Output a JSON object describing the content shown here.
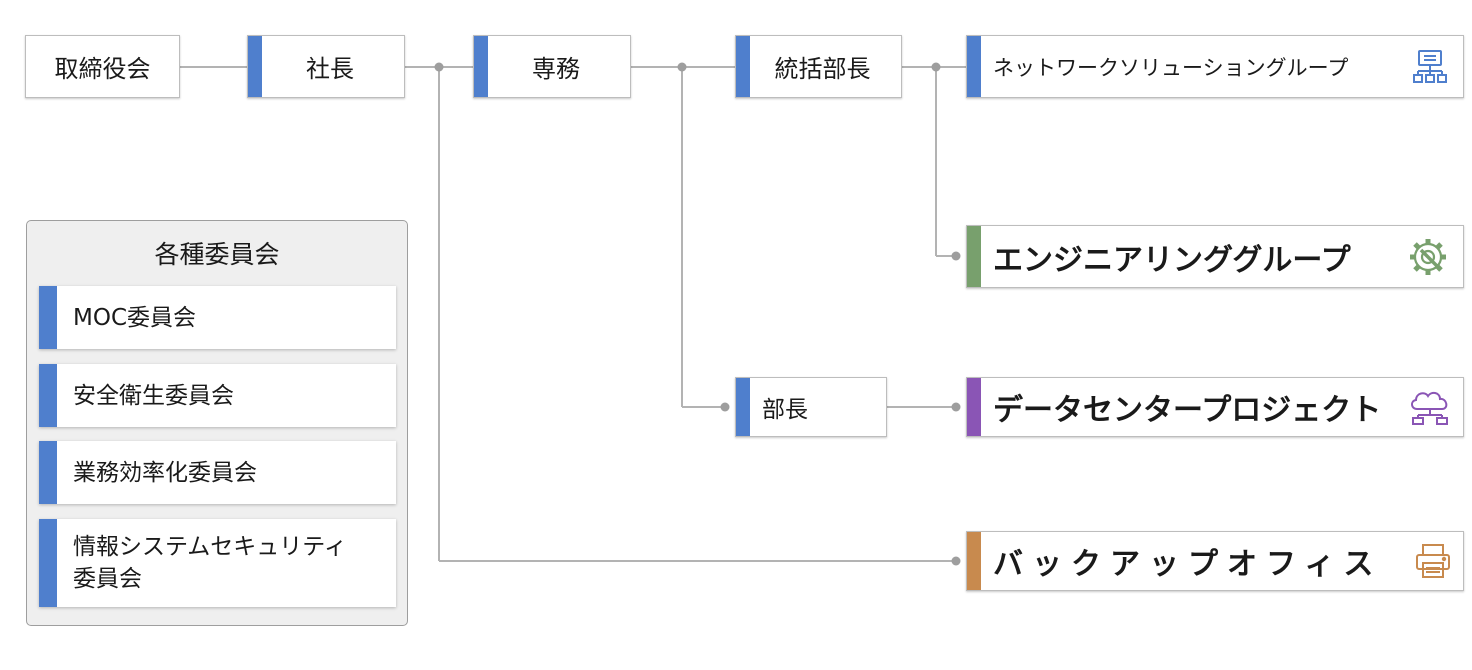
{
  "colors": {
    "blue": "#4f7fcd",
    "green": "#78a06d",
    "purple": "#8a55b5",
    "orange": "#c88a4e",
    "line": "#b3b3b3",
    "dot": "#9e9e9e"
  },
  "nodes": {
    "board": "取締役会",
    "president": "社長",
    "senior_md": "専務",
    "general_manager": "統括部長",
    "manager": "部長",
    "network_group": "ネットワークソリューショングループ",
    "engineering_group": "エンジニアリンググループ",
    "datacenter_project": "データセンタープロジェクト",
    "back_office": "バックアップオフィス"
  },
  "icons": {
    "network_group": "network-hierarchy-icon",
    "engineering_group": "gear-wrench-icon",
    "datacenter_project": "cloud-network-icon",
    "back_office": "printer-icon"
  },
  "committees": {
    "title": "各種委員会",
    "items": [
      "MOC委員会",
      "安全衛生委員会",
      "業務効率化委員会",
      "情報システムセキュリティ\n委員会"
    ]
  }
}
